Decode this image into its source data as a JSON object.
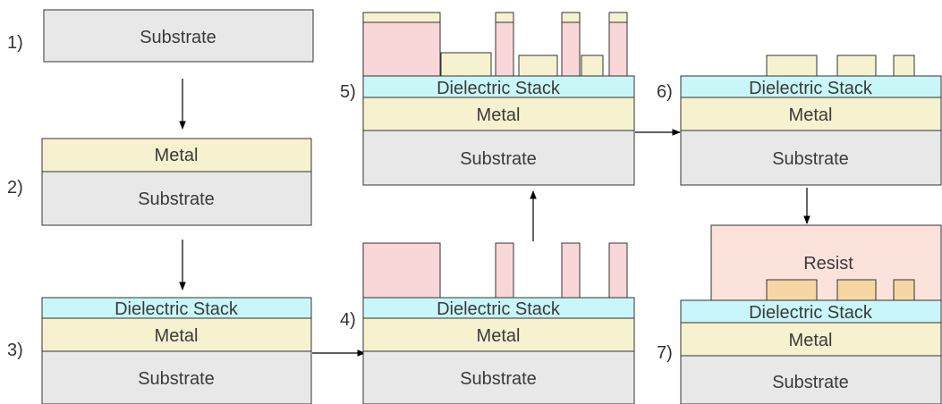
{
  "steps": [
    {
      "number": "1)",
      "layers": {
        "substrate": "Substrate"
      }
    },
    {
      "number": "2)",
      "layers": {
        "metal": "Metal",
        "substrate": "Substrate"
      }
    },
    {
      "number": "3)",
      "layers": {
        "dielectric": "Dielectric Stack",
        "metal": "Metal",
        "substrate": "Substrate"
      }
    },
    {
      "number": "4)",
      "layers": {
        "dielectric": "Dielectric Stack",
        "metal": "Metal",
        "substrate": "Substrate"
      }
    },
    {
      "number": "5)",
      "layers": {
        "dielectric": "Dielectric Stack",
        "metal": "Metal",
        "substrate": "Substrate"
      }
    },
    {
      "number": "6)",
      "layers": {
        "dielectric": "Dielectric Stack",
        "metal": "Metal",
        "substrate": "Substrate"
      }
    },
    {
      "number": "7)",
      "layers": {
        "resist": "Resist",
        "dielectric": "Dielectric Stack",
        "metal": "Metal",
        "substrate": "Substrate"
      }
    }
  ],
  "colors": {
    "substrate": "#e8e8e8",
    "metal": "#f6f2cf",
    "dielectric": "#c9f6f8",
    "pattern": "#f9d7d9",
    "resist": "#fbe3dc",
    "resist_embedded_metal": "#f6d7a4",
    "outline": "#333333"
  }
}
